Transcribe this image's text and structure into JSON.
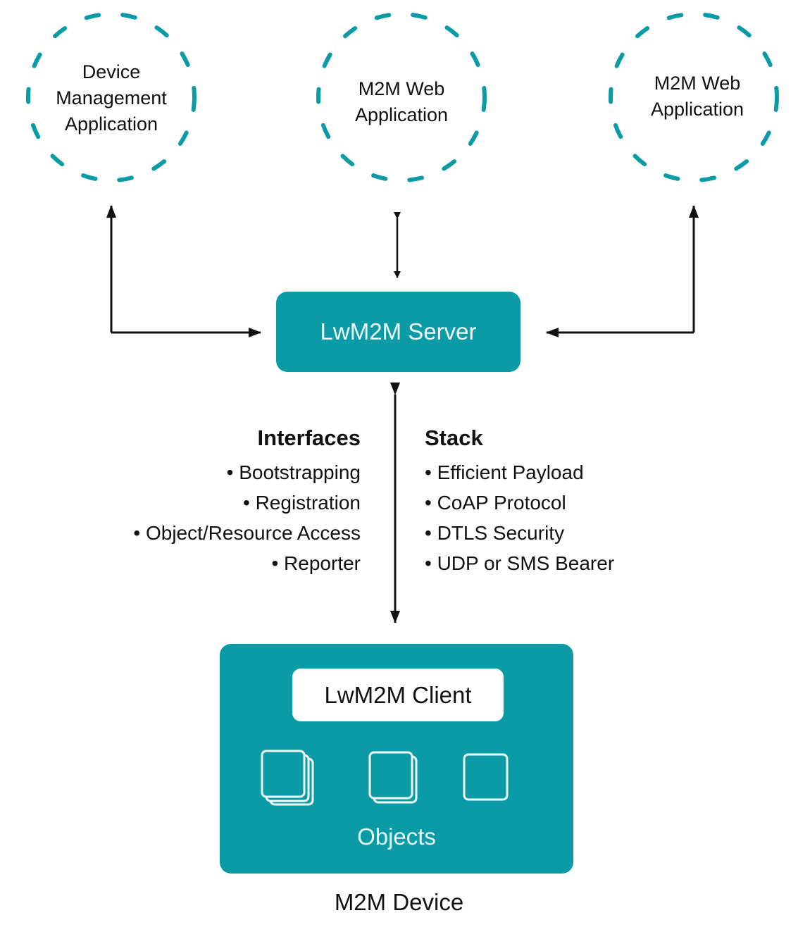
{
  "colors": {
    "teal": "#0a9ba6",
    "arrow": "#111111",
    "text": "#111111",
    "white": "#ffffff"
  },
  "applications": [
    {
      "name": "Device Management Application",
      "lines": [
        "Device",
        "Management",
        "Application"
      ]
    },
    {
      "name": "M2M Web Application",
      "lines": [
        "M2M Web",
        "Application"
      ]
    },
    {
      "name": "M2M Web Application",
      "lines": [
        "M2M Web",
        "Application"
      ]
    }
  ],
  "server": {
    "label": "LwM2M Server"
  },
  "interfaces": {
    "title": "Interfaces",
    "items": [
      "• Bootstrapping",
      "• Registration",
      "• Object/Resource Access",
      "• Reporter"
    ]
  },
  "stack": {
    "title": "Stack",
    "items": [
      "• Efficient Payload",
      "• CoAP Protocol",
      "• DTLS Security",
      "• UDP or SMS Bearer"
    ]
  },
  "device": {
    "client_label": "LwM2M Client",
    "objects_label": "Objects",
    "label": "M2M Device",
    "object_icons": [
      "object-stack-3-icon",
      "object-stack-2-icon",
      "object-single-icon"
    ]
  }
}
